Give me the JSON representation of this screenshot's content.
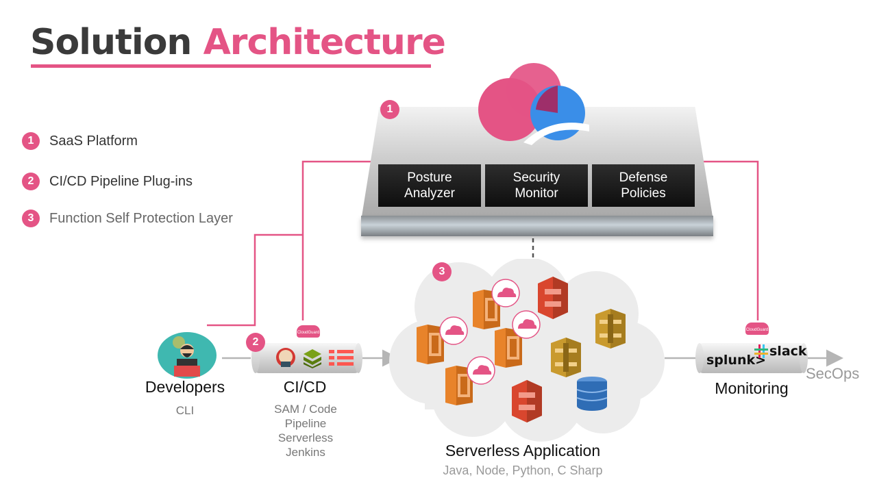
{
  "title": {
    "part1": "Solution",
    "part2": "Architecture"
  },
  "legend": [
    {
      "number": "1",
      "label": "SaaS Platform"
    },
    {
      "number": "2",
      "label": "CI/CD Pipeline Plug-ins"
    },
    {
      "number": "3",
      "label": "Function Self Protection Layer"
    }
  ],
  "platform": {
    "badge": "1",
    "modules": [
      {
        "line1": "Posture",
        "line2": "Analyzer"
      },
      {
        "line1": "Security",
        "line2": "Monitor"
      },
      {
        "line1": "Defense",
        "line2": "Policies"
      }
    ]
  },
  "developers": {
    "title": "Developers",
    "subtitle": "CLI"
  },
  "cicd": {
    "badge": "2",
    "title": "CI/CD",
    "tools": [
      "SAM / Code",
      "Pipeline",
      "Serverless",
      "Jenkins"
    ]
  },
  "serverless": {
    "badge": "3",
    "title": "Serverless Application",
    "languages": "Java, Node, Python, C Sharp"
  },
  "monitoring": {
    "title": "Monitoring",
    "tools": [
      "splunk>",
      "slack"
    ],
    "output": "SecOps"
  },
  "tag": "CloudGuard",
  "colors": {
    "accent": "#e45485",
    "title_dark": "#3a3a3a",
    "cloud_pink": "#e45485",
    "cloud_blue": "#3a8ee8",
    "lambda_orange": "#e8832a",
    "s3_red": "#d9462e",
    "api_gold": "#c99a2e",
    "dynamo_blue": "#2f6db5"
  },
  "icons": {
    "cloud_logo": "cloudguard-logo-icon",
    "developer": "developer-avatar-icon",
    "jenkins": "jenkins-icon",
    "codepipeline": "codepipeline-icon",
    "serverless_fw": "serverless-framework-icon",
    "lambda": "aws-lambda-icon",
    "s3": "aws-s3-icon",
    "api_gateway": "aws-api-gateway-icon",
    "dynamodb": "aws-dynamodb-icon"
  }
}
